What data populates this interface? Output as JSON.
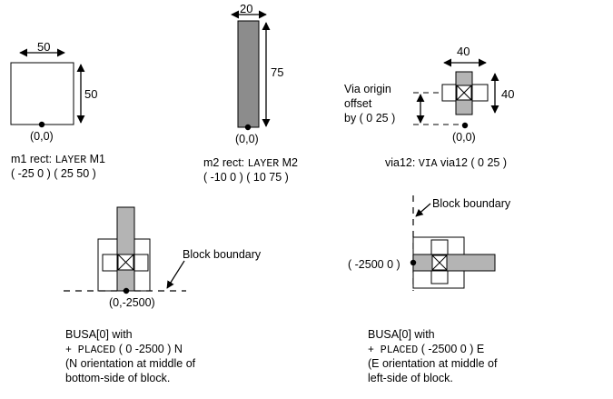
{
  "dims": {
    "m1_width": "50",
    "m1_height": "50",
    "m2_width": "20",
    "m2_height": "75",
    "via_width": "40",
    "via_height": "40"
  },
  "origins": {
    "m1": "(0,0)",
    "m2": "(0,0)",
    "via": "(0,0)",
    "busa_n": "(0,-2500)",
    "busa_e": "( -2500 0 )"
  },
  "via_note": {
    "line1": "Via origin",
    "line2": "offset",
    "line3": "by ( 0 25 )"
  },
  "captions": {
    "m1": {
      "prefix": "m1 rect: ",
      "keyword": "LAYER",
      "suffix": " M1",
      "coords": "( -25 0 ) ( 25 50 )"
    },
    "m2": {
      "prefix": "m2 rect: ",
      "keyword": "LAYER",
      "suffix": " M2",
      "coords": "( -10 0 ) ( 10 75 )"
    },
    "via": {
      "prefix": "via12: ",
      "keyword": "VIA",
      "suffix": " via12 ( 0 25 )"
    }
  },
  "block_boundary_label": "Block boundary",
  "busa_n": {
    "line1": "BUSA[0] with",
    "keyword": "+ PLACED",
    "line2_suffix": " ( 0 -2500 ) N",
    "line3": "(N orientation at middle of",
    "line4": "bottom-side of block."
  },
  "busa_e": {
    "line1": "BUSA[0] with",
    "keyword": "+ PLACED",
    "line2_suffix": " ( -2500 0 ) E",
    "line3": "(E orientation at middle of",
    "line4": "left-side of block."
  },
  "colors": {
    "metal_gray": "#b4b4b4",
    "m2_gray": "#8c8c8c",
    "line": "#000000"
  }
}
